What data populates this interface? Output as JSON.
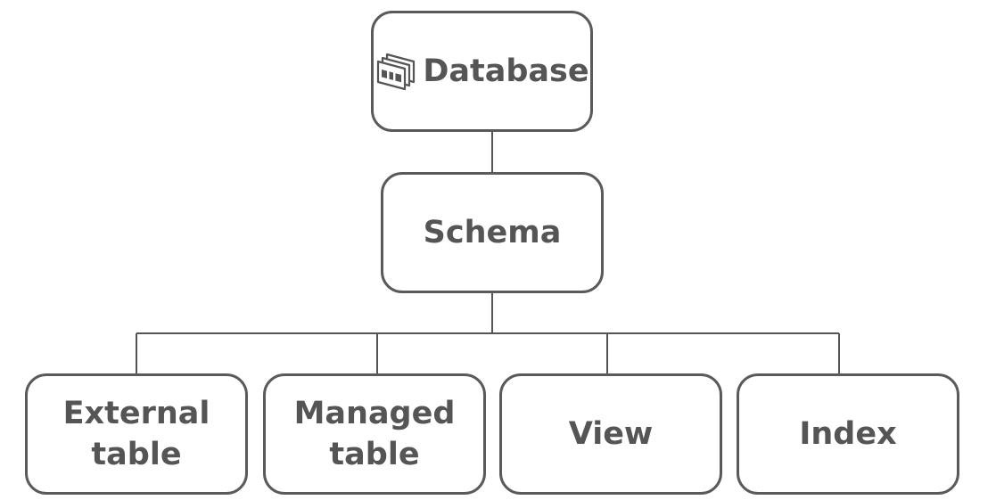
{
  "diagram": {
    "root": {
      "label": "Database",
      "icon": "database-cards-icon"
    },
    "schema": {
      "label": "Schema"
    },
    "children": [
      {
        "label": "External table"
      },
      {
        "label": "Managed table"
      },
      {
        "label": "View"
      },
      {
        "label": "Index"
      }
    ]
  },
  "colors": {
    "border": "#5a5a5a",
    "text": "#555555",
    "connector": "#555555",
    "background": "#ffffff"
  }
}
